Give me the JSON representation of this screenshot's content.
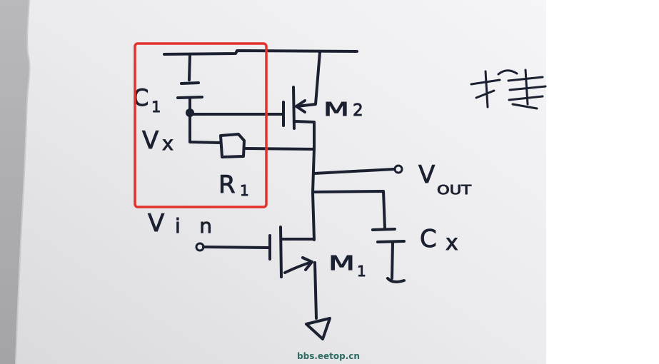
{
  "colors": {
    "ink": "#1b2130",
    "highlight": "#e3322b",
    "watermark": "#2e6b63"
  },
  "diagram": {
    "labels": {
      "c1": {
        "main": "C",
        "sub": "1"
      },
      "vx": {
        "main": "V",
        "sub": "x"
      },
      "r1": {
        "main": "R",
        "sub": "1"
      },
      "m2": {
        "main": "M",
        "sub": "2"
      },
      "vout": {
        "main": "V",
        "sub": "OUT"
      },
      "cx": {
        "main": "C",
        "sub": "x"
      },
      "vin": {
        "main": "V",
        "sub": "in"
      },
      "m1": {
        "main": "M",
        "sub": "1"
      }
    }
  },
  "watermark": "bbs.eetop.cn"
}
